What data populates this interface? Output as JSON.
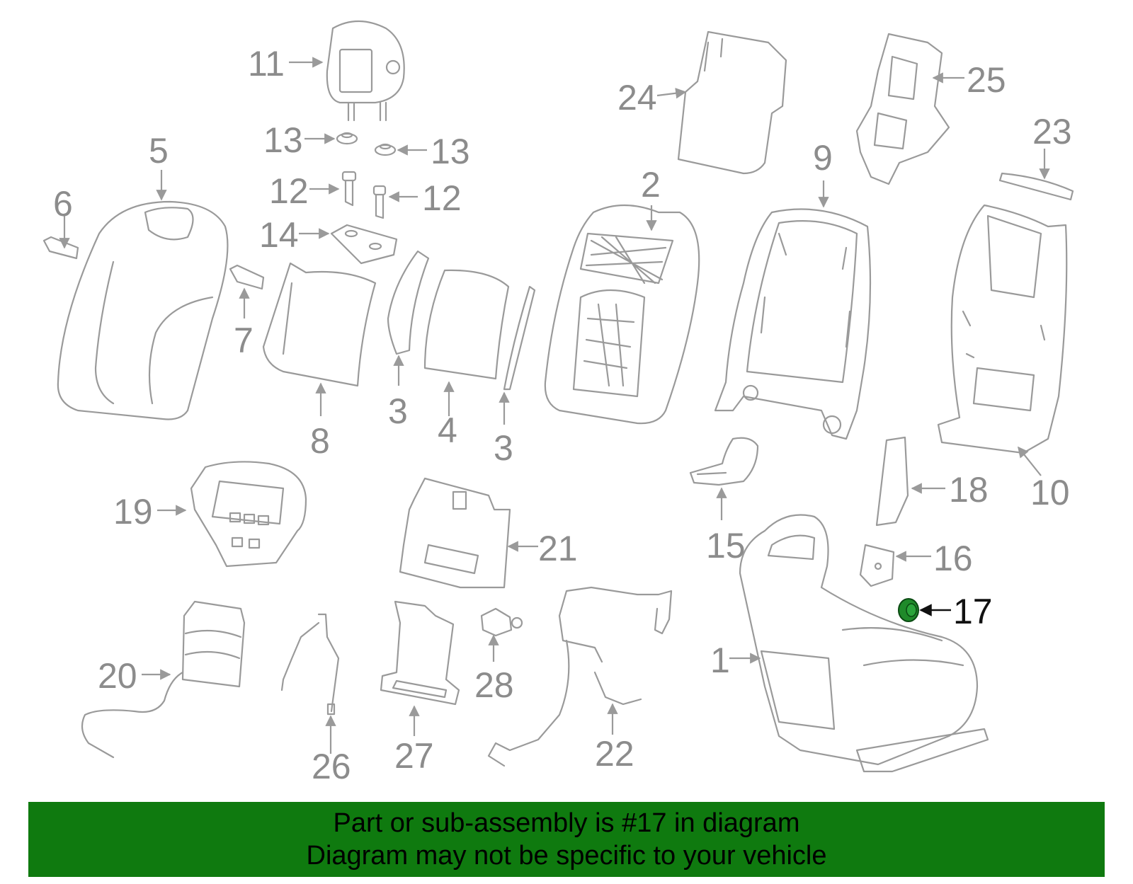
{
  "diagram": {
    "highlighted_part": "17",
    "highlight_color": "#1f8a2a",
    "labels": {
      "p1": "1",
      "p2": "2",
      "p3a": "3",
      "p3b": "3",
      "p4": "4",
      "p5": "5",
      "p6": "6",
      "p7": "7",
      "p8": "8",
      "p9": "9",
      "p10": "10",
      "p11": "11",
      "p12a": "12",
      "p12b": "12",
      "p13a": "13",
      "p13b": "13",
      "p14": "14",
      "p15": "15",
      "p16": "16",
      "p17": "17",
      "p18": "18",
      "p19": "19",
      "p20": "20",
      "p21": "21",
      "p22": "22",
      "p23": "23",
      "p24": "24",
      "p25": "25",
      "p26": "26",
      "p27": "27",
      "p28": "28"
    }
  },
  "banner": {
    "line1": "Part or sub-assembly is #17 in diagram",
    "line2": "Diagram may not be specific to your vehicle",
    "color": "#0f7a0f"
  }
}
